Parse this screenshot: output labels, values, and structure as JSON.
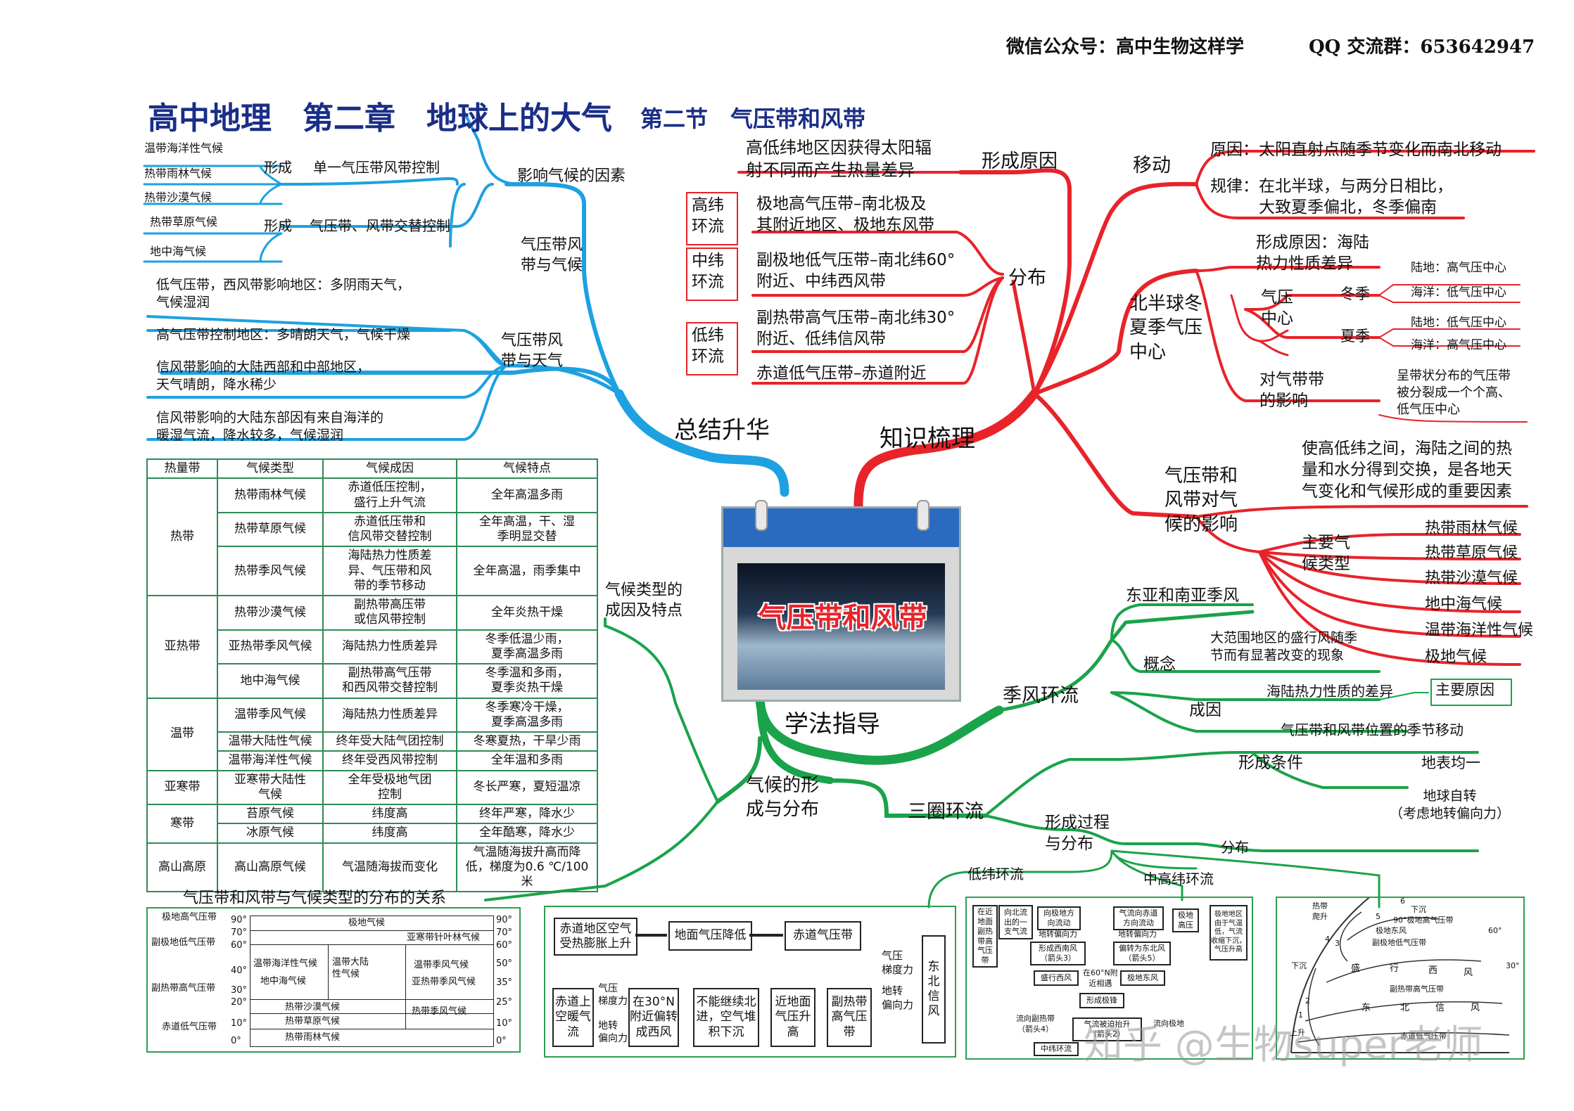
{
  "header": {
    "wechat": "微信公众号：高中生物这样学",
    "qq": "QQ 交流群：653642947"
  },
  "title": {
    "main": "高中地理　第二章　地球上的大气",
    "sub": "第二节　气压带和风带"
  },
  "center": {
    "label": "气压带和风带"
  },
  "branches": {
    "summary": "总结升华",
    "knowledge": "知识梳理",
    "method": "学法指导",
    "formation": "气候的形\n成与分布"
  },
  "influence": {
    "title": "影响气候的因素",
    "climate_group": "气压带风\n带与气候",
    "form1": "形成",
    "single": "单一气压带风带控制",
    "leaves1": [
      "温带海洋性气候",
      "热带雨林气候",
      "热带沙漠气候"
    ],
    "form2": "形成",
    "alternate": "气压带、风带交替控制",
    "leaves2": [
      "热带草原气候",
      "地中海气候"
    ],
    "weather_group": "气压带风\n带与天气",
    "weather": [
      "低气压带，西风带影响地区：多阴雨天气，\n气候湿润",
      "高气压带控制地区：多晴朗天气，气候干燥",
      "信风带影响的大陆西部和中部地区，\n天气晴朗，降水稀少",
      "信风带影响的大陆东部因有来自海洋的\n暖湿气流，降水较多，气候湿润"
    ]
  },
  "table": {
    "headers": [
      "热量带",
      "气候类型",
      "气候成因",
      "气候特点"
    ],
    "groups": [
      {
        "zone": "热带",
        "rows": [
          [
            "热带雨林气候",
            "赤道低压控制，\n盛行上升气流",
            "全年高温多雨"
          ],
          [
            "热带草原气候",
            "赤道低压带和\n信风带交替控制",
            "全年高温，干、湿\n季明显交替"
          ],
          [
            "热带季风气候",
            "海陆热力性质差\n异、气压带和风\n带的季节移动",
            "全年高温，雨季集中"
          ]
        ]
      },
      {
        "zone": "亚热带",
        "rows": [
          [
            "热带沙漠气候",
            "副热带高压带\n或信风带控制",
            "全年炎热干燥"
          ],
          [
            "亚热带季风气候",
            "海陆热力性质差异",
            "冬季低温少雨，\n夏季高温多雨"
          ],
          [
            "地中海气候",
            "副热带高气压带\n和西风带交替控制",
            "冬季温和多雨，\n夏季炎热干燥"
          ]
        ]
      },
      {
        "zone": "温带",
        "rows": [
          [
            "温带季风气候",
            "海陆热力性质差异",
            "冬季寒冷干燥，\n夏季高温多雨"
          ],
          [
            "温带大陆性气候",
            "终年受大陆气团控制",
            "冬寒夏热，干旱少雨"
          ],
          [
            "温带海洋性气候",
            "终年受西风带控制",
            "全年温和多雨"
          ]
        ]
      },
      {
        "zone": "亚寒带",
        "rows": [
          [
            "亚寒带大陆性\n气候",
            "全年受极地气团\n控制",
            "冬长严寒，夏短温凉"
          ]
        ]
      },
      {
        "zone": "寒带",
        "rows": [
          [
            "苔原气候",
            "纬度高",
            "终年严寒，降水少"
          ],
          [
            "冰原气候",
            "纬度高",
            "全年酷寒，降水少"
          ]
        ]
      },
      {
        "zone": "高山高原",
        "rows": [
          [
            "高山高原气候",
            "气温随海拔而变化",
            "气温随海拔升高而降\n低，梯度为0.6 ℃/100米"
          ]
        ]
      }
    ]
  },
  "types_label": "气候类型的\n成因及特点",
  "relation": {
    "title": "气压带和风带与气候类型的分布的关系",
    "belts": [
      "极地高气压带",
      "副极地低气压带",
      "副热带高气压带",
      "赤道低气压带"
    ],
    "lat_left": [
      "90°",
      "70°",
      "60°",
      "40°",
      "30°",
      "20°",
      "10°",
      "0°"
    ],
    "lat_right": [
      "90°",
      "70°",
      "60°",
      "50°",
      "35°",
      "25°",
      "10°",
      "0°"
    ],
    "cells": [
      "极地气候",
      "亚寒带针叶林气候",
      "温带海洋性气候",
      "温带大陆性气候",
      "温带季风气候",
      "地中海气候",
      "亚热带季风气候",
      "热带沙漠气候",
      "热带季风气候",
      "热带草原气候",
      "热带雨林气候"
    ]
  },
  "formation": {
    "title": "形成原因",
    "reason": "高低纬地区因获得太阳辐\n射不同而产生热量差异",
    "dist": "分布",
    "circ": [
      "高纬\n环流",
      "中纬\n环流",
      "低纬\n环流"
    ],
    "belts": [
      "极地高气压带–南北极及\n其附近地区、极地东风带",
      "副极地低气压带–南北纬60°\n附近、中纬西风带",
      "副热带高气压带–南北纬30°\n附近、低纬信风带",
      "赤道低气压带–赤道附近"
    ]
  },
  "move": {
    "title": "移动",
    "reason": "原因：太阳直射点随季节变化而南北移动",
    "rule": "规律：在北半球，与两分日相比，\n　　　大致夏季偏北，冬季偏南"
  },
  "season": {
    "title": "北半球冬\n夏季气压\n中心",
    "cause": "形成原因：海陆\n热力性质差异",
    "center": "气压\n中心",
    "winter": "冬季",
    "summer": "夏季",
    "winter_items": [
      "陆地：高气压中心",
      "海洋：低气压中心"
    ],
    "summer_items": [
      "陆地：低气压中心",
      "海洋：高气压中心"
    ],
    "effect": "对气带带\n的影响",
    "effect_text": "呈带状分布的气压带\n被分裂成一个个高、\n低气压中心"
  },
  "climate_effect": {
    "title": "气压带和\n风带对气\n候的影响",
    "text": "使高低纬之间，海陆之间的热\n量和水分得到交换，是各地天\n气变化和气候形成的重要因素",
    "main": "主要气\n候类型",
    "types": [
      "热带雨林气候",
      "热带草原气候",
      "热带沙漠气候",
      "地中海气候",
      "温带海洋性气候",
      "极地气候"
    ]
  },
  "monsoon": {
    "title": "季风环流",
    "east": "东亚和南亚季风",
    "concept": "概念",
    "concept_text": "大范围地区的盛行风随季\n节而有显著改变的现象",
    "cause": "成因",
    "c1": "海陆热力性质的差异",
    "main_cause": "主要原因",
    "c2": "气压带和风带位置的季节移动"
  },
  "three": {
    "title": "三圈环流",
    "cond": "形成条件",
    "cond1": "地表均一",
    "cond2": "地球自转\n（考虑地转偏向力）",
    "process": "形成过程\n与分布",
    "dist": "分布",
    "low": "低纬环流",
    "mid": "中高纬环流"
  },
  "flow": {
    "a1": "赤道地区空气\n受热膨胀上升",
    "a2": "地面气压降低",
    "a3": "赤道气压带",
    "b1": "赤道上\n空暖气\n流",
    "b1l": "气压\n梯度力",
    "b1m": "地转\n偏向力",
    "b2": "在30°N\n附近偏转\n成西风",
    "b3": "不能继续北\n进，空气堆\n积下沉",
    "b4": "近地面\n气压升\n高",
    "b5": "副热带\n高气压\n带",
    "r1": "气压\n梯度力",
    "r2": "地转\n偏向力",
    "r3": "东\n北\n信\n风"
  },
  "mid_flow": {
    "left": "在近\n地面\n副热\n带高\n气压\n带",
    "n1": "向北流\n出的一\n支气流",
    "n2": "向极地方\n向流动",
    "n3": "地转偏向力",
    "n4": "形成西南风\n（箭头3）",
    "n5": "盛行西风",
    "n6": "在60°N附\n近相遇",
    "n7": "形成极锋",
    "n8": "气流向赤道\n方向流动",
    "n9": "地转偏向力",
    "n10": "偏转为东北风\n（箭头5）",
    "n11": "极地东风",
    "n12": "极地\n高压",
    "n13": "极地地区\n由于气温\n低，气流\n收缩下沉，\n气压升高",
    "n14": "流向副热带\n（箭头4）",
    "n15": "气流被迫抬升\n（箭头2）",
    "n16": "流向极地",
    "n17": "中纬环流"
  },
  "globe": {
    "labels": [
      "热带\n爬升",
      "下沉",
      "90°极地高气压带",
      "极地东风",
      "副极地低气压带",
      "60°",
      "30°",
      "下沉",
      "盛",
      "行",
      "西",
      "风",
      "副热带高气压带",
      "东",
      "北",
      "信",
      "风",
      "赤道低气压带",
      "上升"
    ],
    "nums": [
      "1",
      "2",
      "3",
      "4",
      "5",
      "6"
    ]
  },
  "watermark": "知乎 @生物super老师",
  "colors": {
    "blue": "#1da1e0",
    "red": "#e8232a",
    "green": "#1aa34a",
    "title": "#1a2e86"
  }
}
